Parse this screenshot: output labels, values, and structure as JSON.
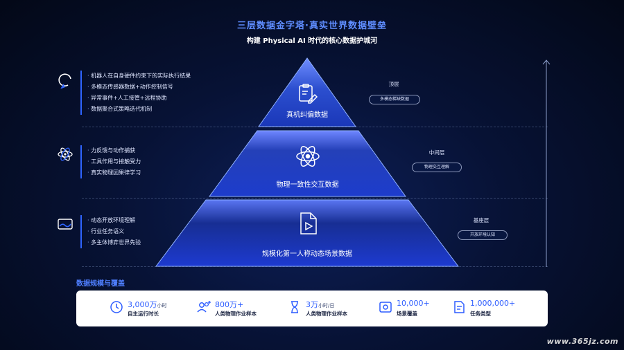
{
  "header": {
    "title": "三层数据金字塔·真实世界数据壁垒",
    "subtitle": "构建 Physical AI 时代的核心数据护城河"
  },
  "groups": [
    {
      "icon": "refresh-cycle-icon",
      "bullets": [
        "机器人在自身硬件约束下的实际执行结果",
        "多模态传感器数据+动作控制信号",
        "异常事件+人工接管+远程协助",
        "数据聚合式策略迭代机制"
      ]
    },
    {
      "icon": "atom-icon",
      "bullets": [
        "力反馈与动作捕获",
        "工具作用与接触受力",
        "真实物理因果律学习"
      ]
    },
    {
      "icon": "landscape-icon",
      "bullets": [
        "动态开放环境理解",
        "行业任务语义",
        "多主体博弈世界先验"
      ]
    }
  ],
  "pyramid": [
    {
      "name": "真机纠偏数据",
      "icon": "document-edit-icon",
      "level": "顶层",
      "pill": "多模态稀缺数据"
    },
    {
      "name": "物理一致性交互数据",
      "icon": "atom-icon",
      "level": "中间层",
      "pill": "物理交互理解"
    },
    {
      "name": "规模化第一人称动态场景数据",
      "icon": "video-file-icon",
      "level": "基座层",
      "pill": "开放环境认知"
    }
  ],
  "scale": {
    "title": "数据规模与覆盖",
    "stats": [
      {
        "icon": "clock-icon",
        "value": "3,000万",
        "unit": "小时",
        "desc": "自主运行时长"
      },
      {
        "icon": "users-plus-icon",
        "value": "800万+",
        "unit": "",
        "desc": "人类物理作业样本"
      },
      {
        "icon": "hourglass-icon",
        "value": "3万",
        "unit": "小时/日",
        "desc": "人类物理作业样本"
      },
      {
        "icon": "scene-image-icon",
        "value": "10,000+",
        "unit": "",
        "desc": "场景覆盖"
      },
      {
        "icon": "task-list-icon",
        "value": "1,000,000+",
        "unit": "",
        "desc": "任务类型"
      }
    ]
  },
  "watermark": "www.365jz.com",
  "colors": {
    "accent": "#2c5cff",
    "title": "#5f8dff",
    "background": "#071235"
  }
}
